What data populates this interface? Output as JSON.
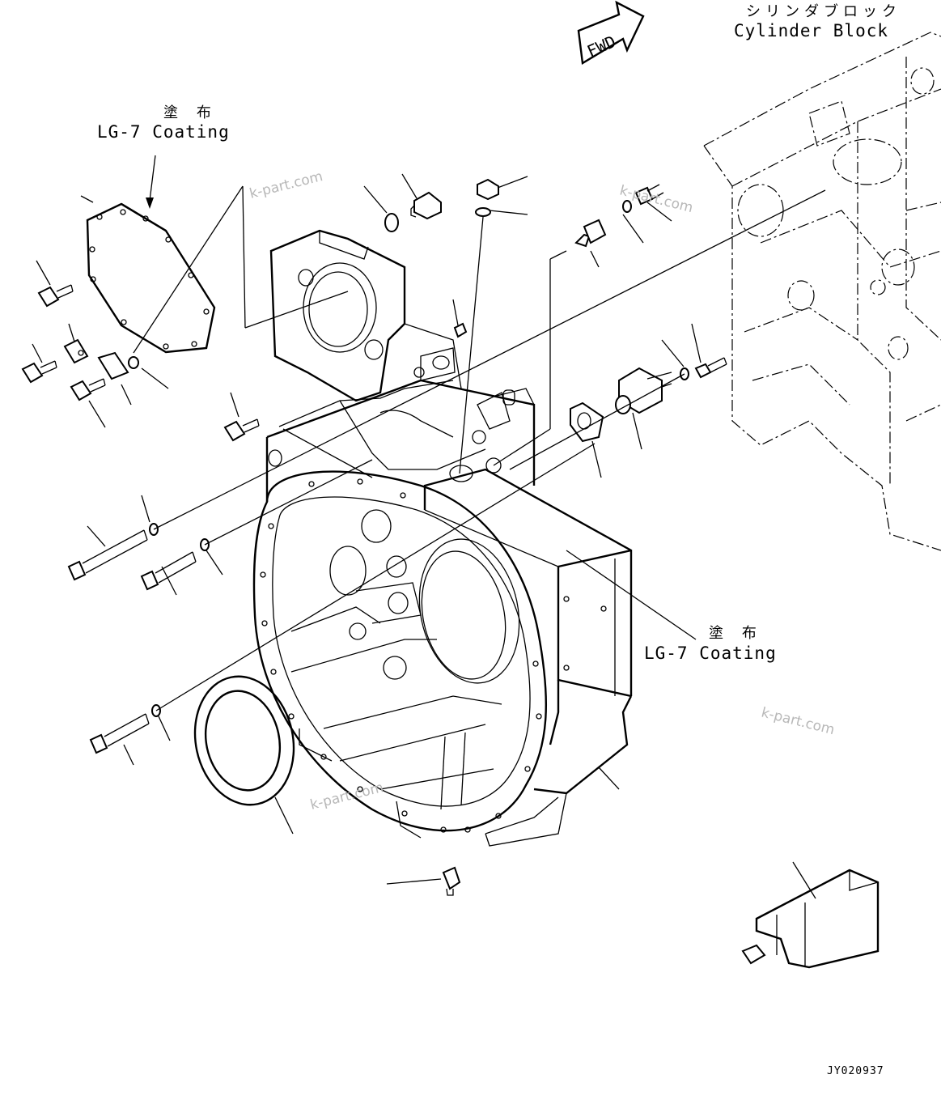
{
  "labels": {
    "cylinder_block_jp": "シリンダブロック",
    "cylinder_block_en": "Cylinder Block",
    "coating_top_jp": "塗 布",
    "coating_top_en": "LG-7 Coating",
    "coating_right_jp": "塗 布",
    "coating_right_en": "LG-7 Coating",
    "fwd_arrow": "FWD",
    "drawing_code": "JY020937"
  },
  "watermarks": [
    "k-part.com",
    "k-part.com",
    "k-part.com",
    "k-part.com"
  ],
  "icons": {
    "forward_direction": "fwd-arrow-icon"
  },
  "colors": {
    "line": "#000000",
    "background": "#ffffff",
    "watermark": "#b8b8b8"
  }
}
